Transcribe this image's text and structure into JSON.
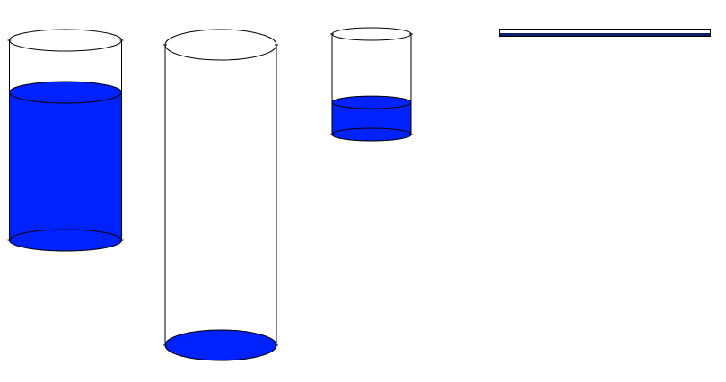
{
  "colors": {
    "water": "#0022ff",
    "outline": "#000000",
    "background": "#ffffff",
    "progress_fill": "#0a1f6b"
  },
  "containers": [
    {
      "name": "cylinder-1",
      "fill_fraction": 0.74
    },
    {
      "name": "cylinder-2",
      "fill_fraction": 0.0
    },
    {
      "name": "cylinder-3",
      "fill_fraction": 0.32
    }
  ],
  "progress_bar": {
    "fill_fraction": 1.0
  }
}
